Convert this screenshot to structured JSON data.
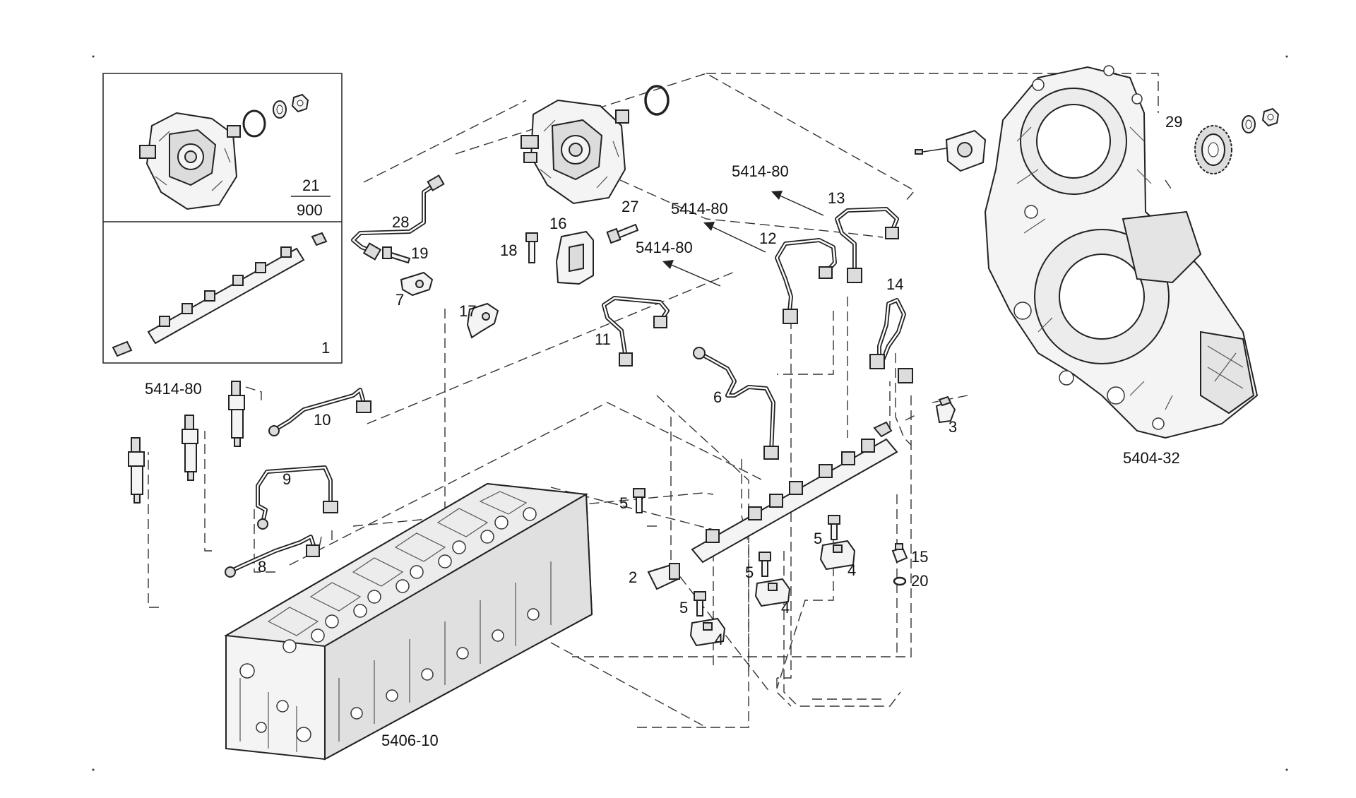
{
  "diagram": {
    "callouts": [
      {
        "id": "c1",
        "text": "1"
      },
      {
        "id": "c2",
        "text": "2"
      },
      {
        "id": "c3",
        "text": "3"
      },
      {
        "id": "c4a",
        "text": "4"
      },
      {
        "id": "c4b",
        "text": "4"
      },
      {
        "id": "c4c",
        "text": "4"
      },
      {
        "id": "c5a",
        "text": "5"
      },
      {
        "id": "c5b",
        "text": "5"
      },
      {
        "id": "c5c",
        "text": "5"
      },
      {
        "id": "c5d",
        "text": "5"
      },
      {
        "id": "c6",
        "text": "6"
      },
      {
        "id": "c7",
        "text": "7"
      },
      {
        "id": "c8",
        "text": "8"
      },
      {
        "id": "c9",
        "text": "9"
      },
      {
        "id": "c10",
        "text": "10"
      },
      {
        "id": "c11",
        "text": "11"
      },
      {
        "id": "c12",
        "text": "12"
      },
      {
        "id": "c13",
        "text": "13"
      },
      {
        "id": "c14",
        "text": "14"
      },
      {
        "id": "c15",
        "text": "15"
      },
      {
        "id": "c16",
        "text": "16"
      },
      {
        "id": "c17",
        "text": "17"
      },
      {
        "id": "c18",
        "text": "18"
      },
      {
        "id": "c19",
        "text": "19"
      },
      {
        "id": "c20",
        "text": "20"
      },
      {
        "id": "c21",
        "text": "21"
      },
      {
        "id": "c900",
        "text": "900"
      },
      {
        "id": "c27",
        "text": "27"
      },
      {
        "id": "c28",
        "text": "28"
      },
      {
        "id": "c29",
        "text": "29"
      }
    ],
    "group_refs": [
      {
        "id": "r1",
        "text": "5414-80"
      },
      {
        "id": "r2",
        "text": "5414-80"
      },
      {
        "id": "r3",
        "text": "5414-80"
      },
      {
        "id": "r4",
        "text": "5414-80"
      },
      {
        "id": "r5",
        "text": "5404-32"
      },
      {
        "id": "r6",
        "text": "5406-10"
      }
    ]
  }
}
